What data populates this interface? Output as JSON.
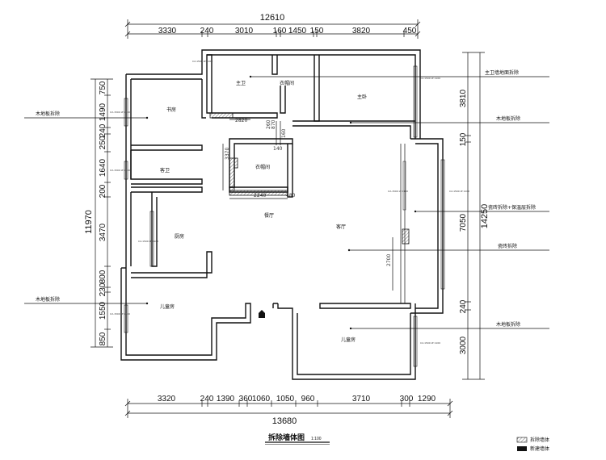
{
  "title": "拆除墙体图",
  "scale": "1:100",
  "legend": [
    {
      "label": "拆除墙体",
      "pattern": "hatch"
    },
    {
      "label": "新建墙体",
      "pattern": "solid"
    }
  ],
  "top_total": "12610",
  "top_segments": [
    "3330",
    "240",
    "3010",
    "160",
    "1450",
    "150",
    "3820",
    "450"
  ],
  "bottom_total": "13680",
  "bottom_segments": [
    "3320",
    "240",
    "1390",
    "360",
    "1060",
    "1050",
    "960",
    "3710",
    "300",
    "1290"
  ],
  "left_total": "11970",
  "left_segments": [
    "750",
    "1490",
    "240",
    "250",
    "1640",
    "200",
    "3470",
    "800",
    "230",
    "1550",
    "850"
  ],
  "right_total": "14250",
  "right_segments": [
    "3810",
    "150",
    "7050",
    "240",
    "3000"
  ],
  "inner_dims": [
    "2820",
    "260",
    "870",
    "160",
    "140",
    "3370",
    "2240",
    "480",
    "2700"
  ],
  "rooms": [
    "主卫",
    "衣帽间",
    "主卧",
    "书房",
    "客卫",
    "衣帽间",
    "餐厅",
    "客厅",
    "厨房",
    "儿童房",
    "儿童房"
  ],
  "window_codes": [
    "C2-1500 LT:1100"
  ],
  "annotations": [
    "主卫墙地面拆除",
    "木地板拆除",
    "木地板拆除",
    "木地板拆除",
    "瓷砖拆除+保温层拆除",
    "瓷砖拆除",
    "木地板拆除"
  ]
}
